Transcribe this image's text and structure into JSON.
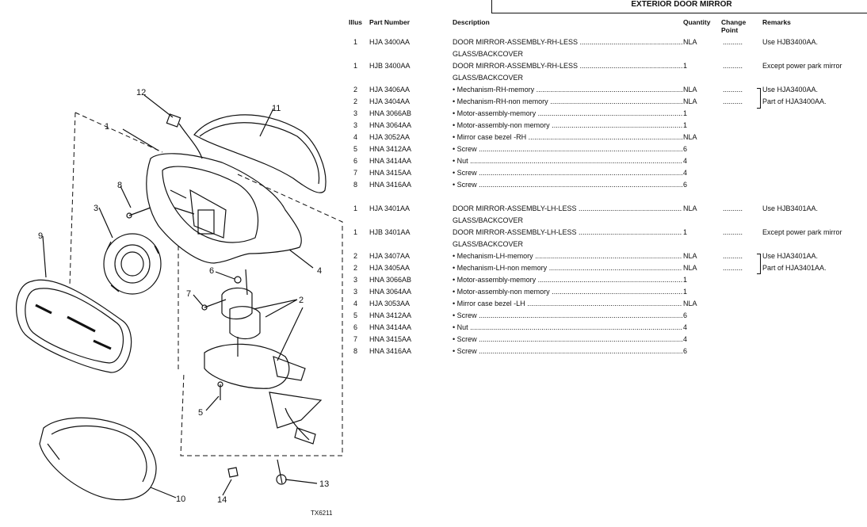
{
  "title": "EXTERIOR DOOR MIRROR",
  "headers": {
    "illus": "Illus",
    "part_number": "Part Number",
    "description": "Description",
    "quantity": "Quantity",
    "change_point": "Change Point",
    "remarks": "Remarks"
  },
  "rows": [
    {
      "illus": "1",
      "part": "HJA  3400AA",
      "desc": "DOOR MIRROR-ASSEMBLY-RH-LESS",
      "qty": "NLA",
      "rem": "Use HJB3400AA."
    },
    {
      "illus": "",
      "part": "",
      "desc": "GLASS/BACKCOVER",
      "qty": "",
      "rem": ""
    },
    {
      "illus": "1",
      "part": "HJB  3400AA",
      "desc": "DOOR MIRROR-ASSEMBLY-RH-LESS",
      "qty": "1",
      "rem": "Except power park mirror"
    },
    {
      "illus": "",
      "part": "",
      "desc": "GLASS/BACKCOVER",
      "qty": "",
      "rem": ""
    },
    {
      "illus": "2",
      "part": "HJA  3406AA",
      "desc": "• Mechanism-RH-memory",
      "qty": "NLA",
      "rem": "Use HJA3400AA."
    },
    {
      "illus": "2",
      "part": "HJA  3404AA",
      "desc": "• Mechanism-RH-non memory",
      "qty": "NLA",
      "rem": "Part of HJA3400AA."
    },
    {
      "illus": "3",
      "part": "HNA  3066AB",
      "desc": "• Motor-assembly-memory",
      "qty": "1",
      "rem": ""
    },
    {
      "illus": "3",
      "part": "HNA  3064AA",
      "desc": "• Motor-assembly-non memory",
      "qty": "1",
      "rem": ""
    },
    {
      "illus": "4",
      "part": "HJA  3052AA",
      "desc": "• Mirror case bezel -RH",
      "qty": "NLA",
      "rem": ""
    },
    {
      "illus": "5",
      "part": "HNA  3412AA",
      "desc": "• Screw",
      "qty": "6",
      "rem": ""
    },
    {
      "illus": "6",
      "part": "HNA  3414AA",
      "desc": "• Nut",
      "qty": "4",
      "rem": ""
    },
    {
      "illus": "7",
      "part": "HNA  3415AA",
      "desc": "• Screw",
      "qty": "4",
      "rem": ""
    },
    {
      "illus": "8",
      "part": "HNA  3416AA",
      "desc": "• Screw",
      "qty": "6",
      "rem": ""
    },
    {
      "illus": "1",
      "part": "HJA  3401AA",
      "desc": "DOOR MIRROR-ASSEMBLY-LH-LESS",
      "qty": "NLA",
      "rem": "Use HJB3401AA."
    },
    {
      "illus": "",
      "part": "",
      "desc": "GLASS/BACKCOVER",
      "qty": "",
      "rem": ""
    },
    {
      "illus": "1",
      "part": "HJB  3401AA",
      "desc": "DOOR MIRROR-ASSEMBLY-LH-LESS",
      "qty": "1",
      "rem": "Except power park mirror"
    },
    {
      "illus": "",
      "part": "",
      "desc": "GLASS/BACKCOVER",
      "qty": "",
      "rem": ""
    },
    {
      "illus": "2",
      "part": "HJA  3407AA",
      "desc": "• Mechanism-LH-memory",
      "qty": "NLA",
      "rem": "Use HJA3401AA."
    },
    {
      "illus": "2",
      "part": "HJA  3405AA",
      "desc": "• Mechanism-LH-non memory",
      "qty": "NLA",
      "rem": "Part of HJA3401AA."
    },
    {
      "illus": "3",
      "part": "HNA  3066AB",
      "desc": "• Motor-assembly-memory",
      "qty": "1",
      "rem": ""
    },
    {
      "illus": "3",
      "part": "HNA  3064AA",
      "desc": "• Motor-assembly-non memory",
      "qty": "1",
      "rem": ""
    },
    {
      "illus": "4",
      "part": "HJA  3053AA",
      "desc": "• Mirror case bezel -LH",
      "qty": "NLA",
      "rem": ""
    },
    {
      "illus": "5",
      "part": "HNA  3412AA",
      "desc": "• Screw",
      "qty": "6",
      "rem": ""
    },
    {
      "illus": "6",
      "part": "HNA  3414AA",
      "desc": "• Nut",
      "qty": "4",
      "rem": ""
    },
    {
      "illus": "7",
      "part": "HNA  3415AA",
      "desc": "• Screw",
      "qty": "4",
      "rem": ""
    },
    {
      "illus": "8",
      "part": "HNA  3416AA",
      "desc": "• Screw",
      "qty": "6",
      "rem": ""
    }
  ],
  "diagram": {
    "callouts": [
      "1",
      "2",
      "3",
      "4",
      "5",
      "6",
      "7",
      "8",
      "9",
      "10",
      "11",
      "12",
      "13",
      "14"
    ],
    "figure_ref": "TX6211"
  }
}
